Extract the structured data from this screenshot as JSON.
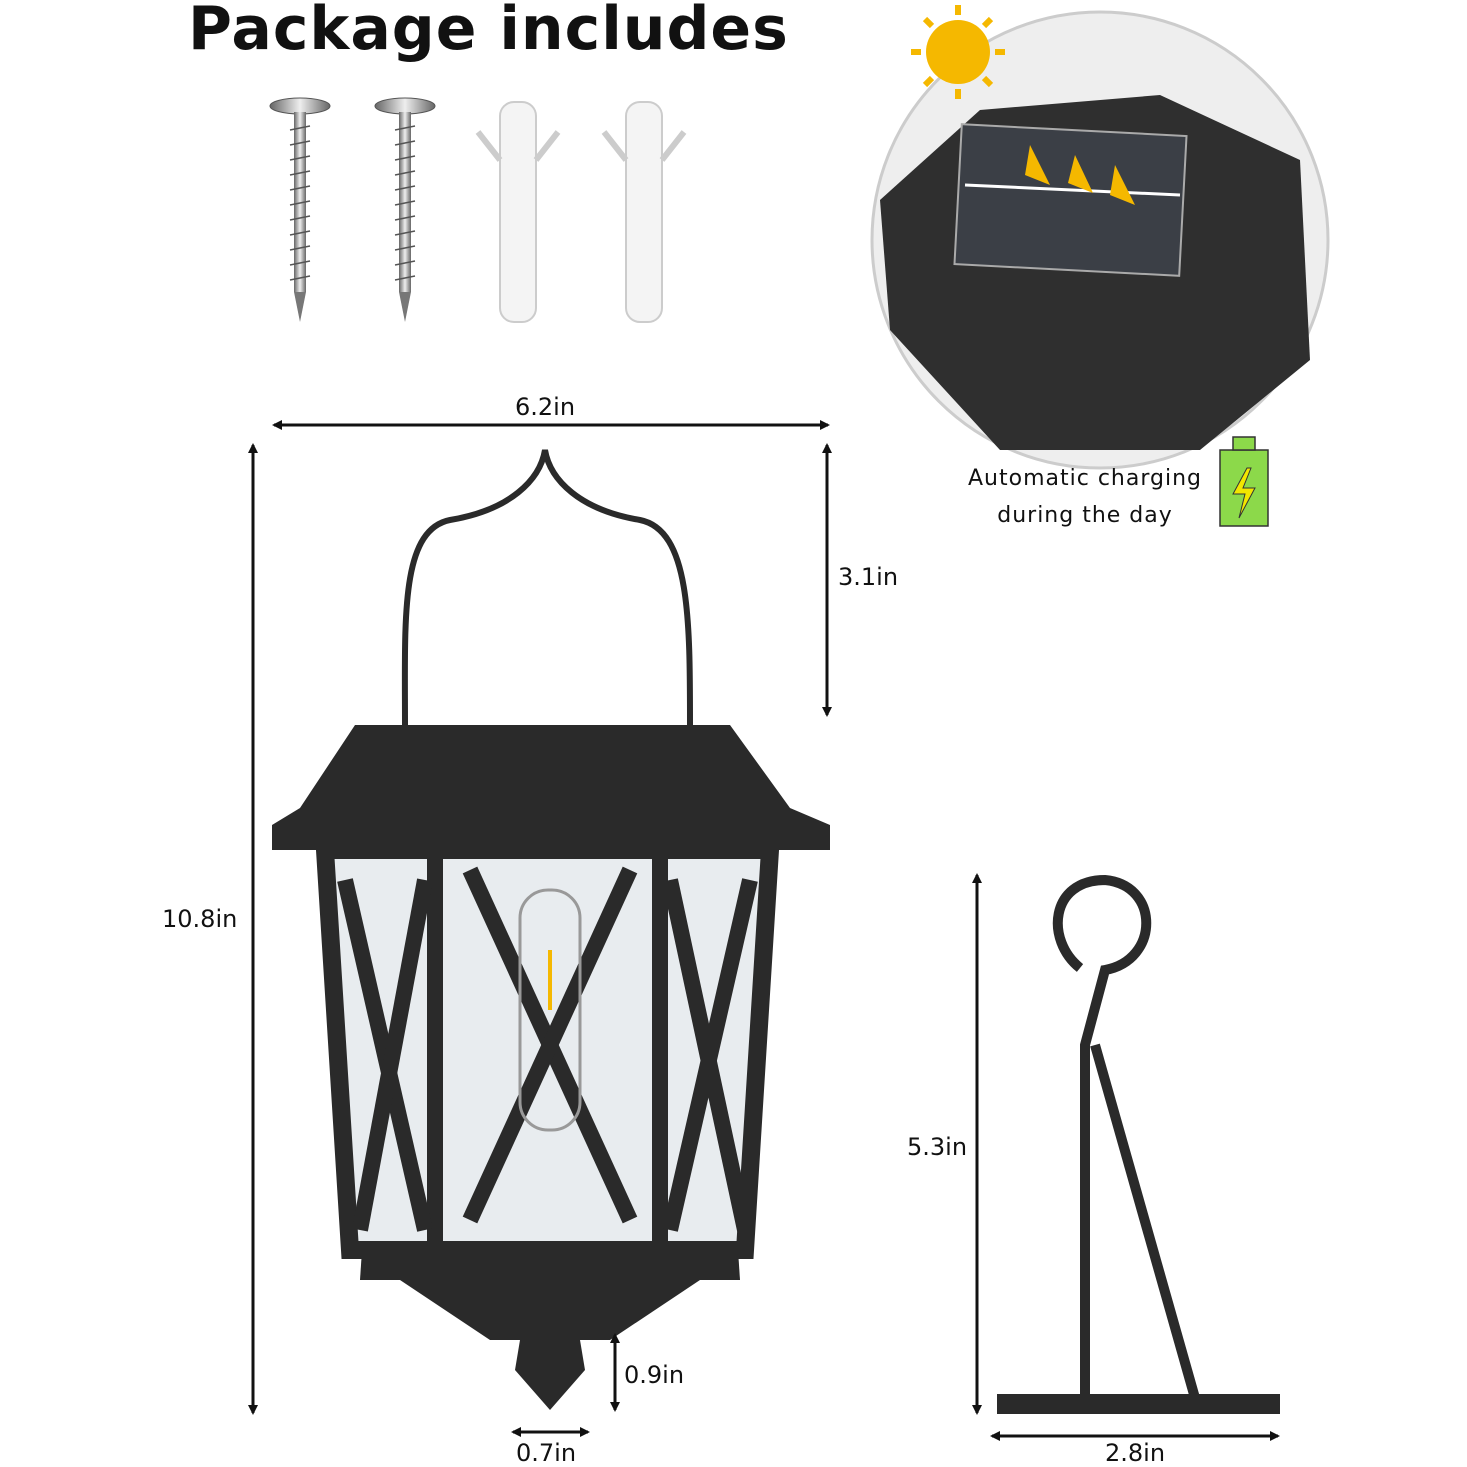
{
  "title": "Package includes",
  "package_items": [
    {
      "name": "screw",
      "count": 2
    },
    {
      "name": "wall-anchor",
      "count": 2
    }
  ],
  "solar_callout": {
    "caption_line1": "Automatic charging",
    "caption_line2": "during the day"
  },
  "lantern_dimensions": {
    "width": "6.2in",
    "handle_height": "3.1in",
    "total_height": "10.8in",
    "finial_height": "0.9in",
    "finial_width": "0.7in"
  },
  "bracket_dimensions": {
    "height": "5.3in",
    "width": "2.8in"
  },
  "colors": {
    "product": "#2a2a2a",
    "sun": "#f5b800",
    "battery": "#8cd94a",
    "bolt": "#f2e600"
  }
}
